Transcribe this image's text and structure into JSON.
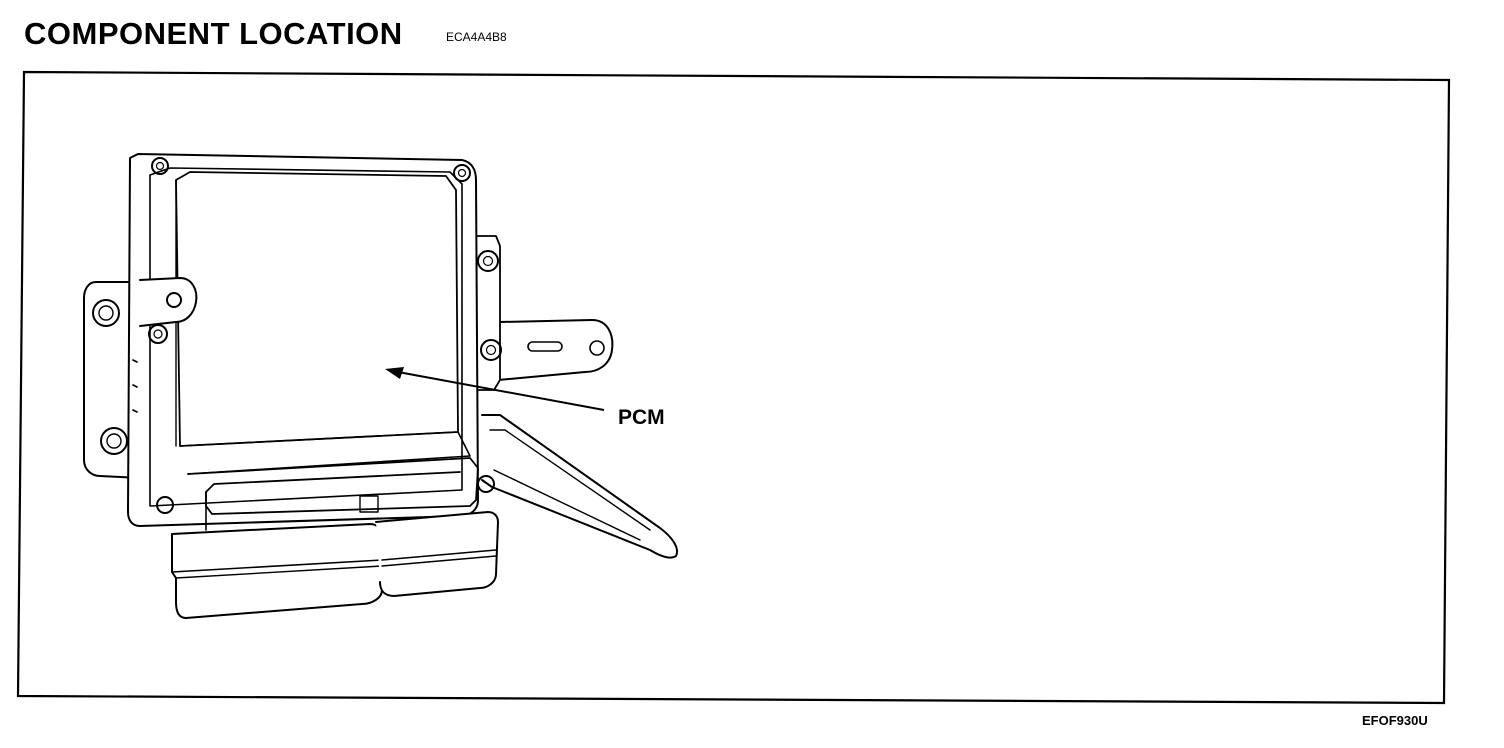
{
  "header": {
    "title": "COMPONENT LOCATION",
    "code": "ECA4A4B8"
  },
  "figure": {
    "component_label": "PCM",
    "figure_code": "EFOF930U"
  },
  "colors": {
    "ink": "#000000",
    "paper": "#ffffff"
  }
}
